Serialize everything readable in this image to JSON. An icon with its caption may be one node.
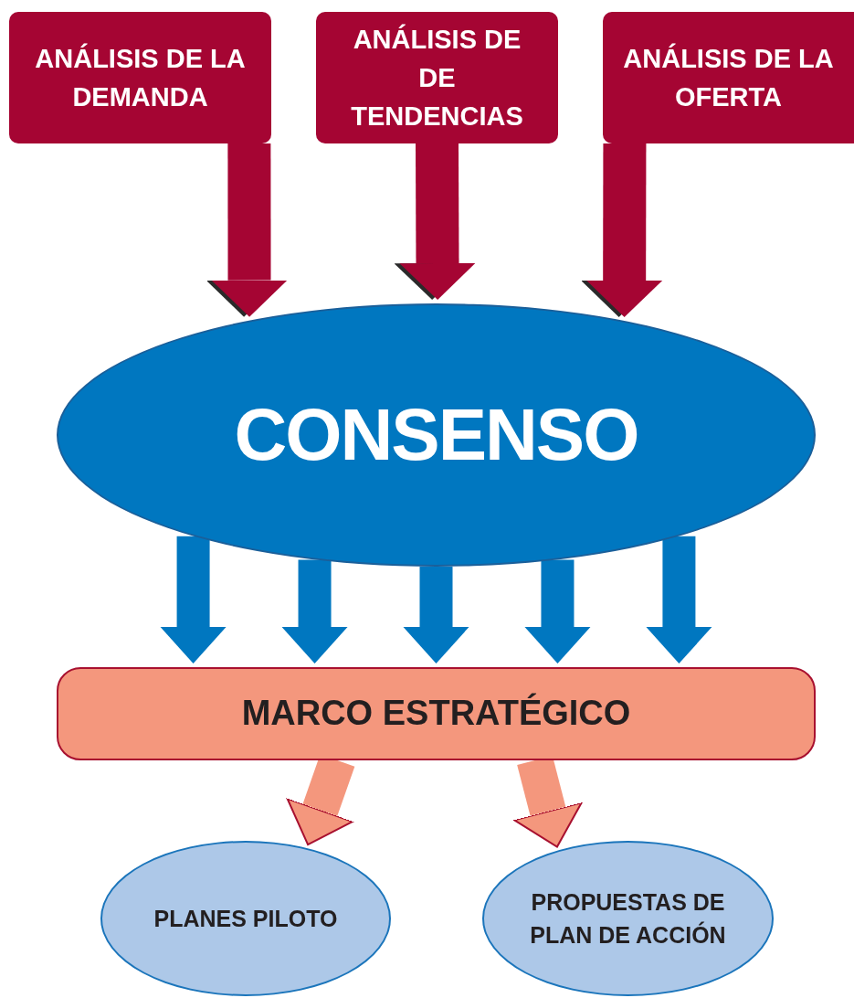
{
  "diagram": {
    "nodes": [
      {
        "text": [
          "ANÁLISIS DE LA DEMANDA"
        ]
      },
      {
        "text": [
          "ANÁLISIS DE DE TENDENCIAS"
        ]
      },
      {
        "text": [
          "ANÁLISIS DE LA OFERTA"
        ]
      },
      {
        "text": [
          "CONSENSO"
        ]
      },
      {
        "text": [
          "MARCO ESTRATÉGICO"
        ]
      },
      {
        "text": [
          "PLANES PILOTO"
        ]
      },
      {
        "text": [
          "PROPUESTAS DE PLAN DE ACCIÓN"
        ]
      }
    ],
    "edges": [
      {
        "from": 0,
        "to": 3,
        "arrow": "to",
        "color": "#a50533"
      },
      {
        "from": 1,
        "to": 3,
        "arrow": "to",
        "color": "#a50533"
      },
      {
        "from": 2,
        "to": 3,
        "arrow": "to",
        "color": "#a50533"
      },
      {
        "from": 3,
        "to": 4,
        "arrow": "to"
      },
      {
        "from": 3,
        "to": 4,
        "arrow": "to"
      },
      {
        "from": 3,
        "to": 4,
        "arrow": "to"
      },
      {
        "from": 3,
        "to": 4,
        "arrow": "to"
      },
      {
        "from": 3,
        "to": 4,
        "arrow": "to"
      },
      {
        "from": 4,
        "to": 5,
        "arrow": "to",
        "color": "#f4977d"
      },
      {
        "from": 4,
        "to": 6,
        "arrow": "to",
        "color": "#f4977d"
      }
    ]
  }
}
